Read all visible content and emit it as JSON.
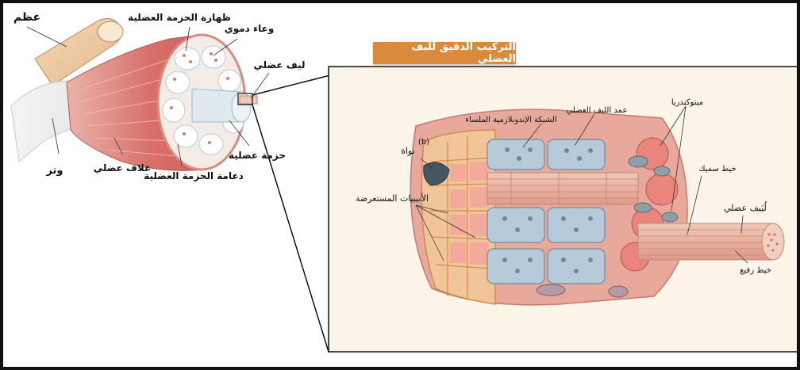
{
  "title": "التركيب الدقيق لليف العضلي",
  "left_labels": {
    "bone": "عظم",
    "tendon": "وتر",
    "epimysium": "غلاف عضلي",
    "perimysium": "دعامة الحزمة العضلية",
    "blood_vessel": "وعاء دموي",
    "endomysium": "ظهارة الحزمة العضلية",
    "muscle_fiber": "ليف عضلي",
    "fascicle": "حزمة عضلية"
  },
  "right_labels": {
    "panel_letter": "(b)",
    "nucleus": "نواة",
    "sarcoplasmic_reticulum": "الشبكة الإندوبلازمية الملساء",
    "myofibril_column": "عمد الليف العضلي",
    "mitochondria": "ميتوكندريا",
    "thick_filament": "خيط سميك",
    "myofibril": "لُيَيف عضلي",
    "thin_filament": "خيط رفيع",
    "t_tubules": "الأنيبيات المستعرضة"
  },
  "colors": {
    "title_bg": "#d98a3c",
    "muscle": "#d9706a",
    "membrane": "#e8b05a",
    "tubule": "#9fb6c8",
    "frame": "#111111"
  }
}
